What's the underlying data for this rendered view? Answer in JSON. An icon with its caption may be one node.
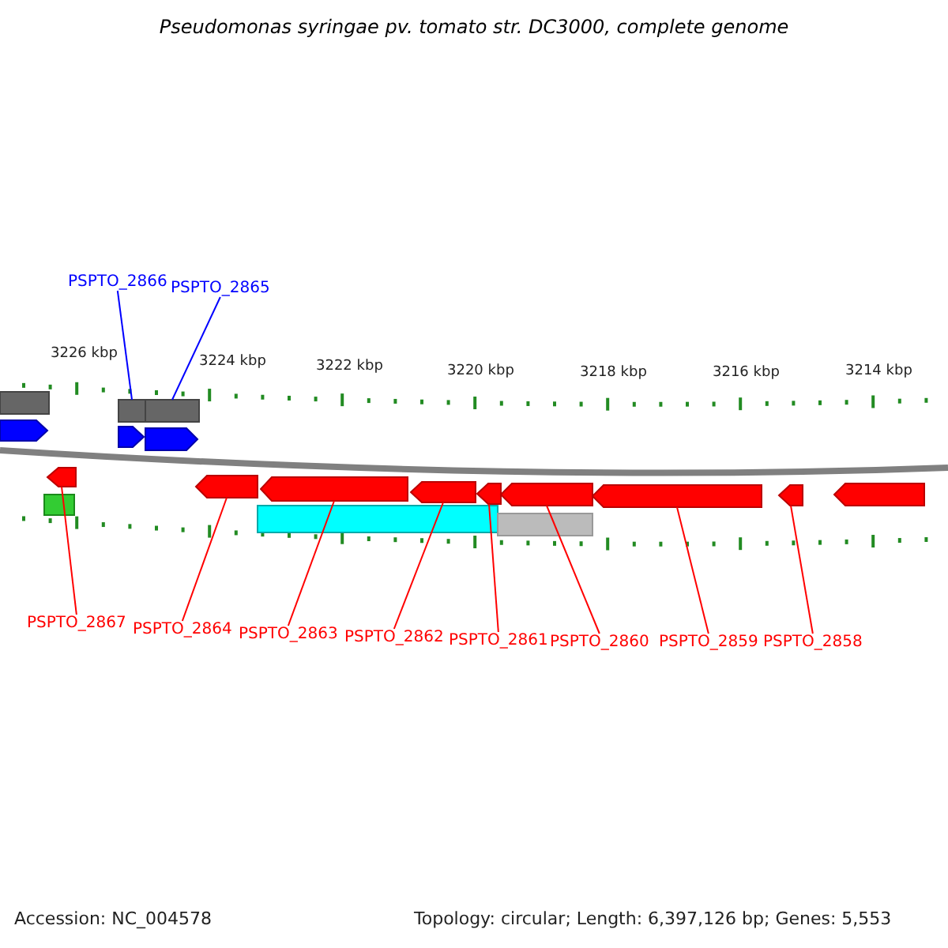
{
  "diagram": {
    "title": "Pseudomonas syringae pv. tomato str. DC3000, complete genome",
    "nodes": [
      {
        "text": [
          "PSPTO_2866"
        ]
      },
      {
        "text": [
          "PSPTO_2865"
        ]
      },
      {
        "text": [
          "PSPTO_2867"
        ]
      },
      {
        "text": [
          "PSPTO_2864"
        ]
      },
      {
        "text": [
          "PSPTO_2863"
        ]
      },
      {
        "text": [
          "PSPTO_2862"
        ]
      },
      {
        "text": [
          "PSPTO_2861"
        ]
      },
      {
        "text": [
          "PSPTO_2860"
        ]
      },
      {
        "text": [
          "PSPTO_2859"
        ]
      },
      {
        "text": [
          "PSPTO_2858"
        ]
      },
      {
        "text": [],
        "shape": "bar"
      },
      {
        "text": [],
        "shape": "bar"
      },
      {
        "text": [],
        "shape": "arrow"
      },
      {
        "text": [],
        "shape": "arrow"
      },
      {
        "text": [],
        "shape": "arrow"
      },
      {
        "text": [],
        "shape": "arrow"
      },
      {
        "text": [],
        "shape": "arrow"
      },
      {
        "text": [],
        "shape": "arrow"
      },
      {
        "text": [],
        "shape": "arrow"
      },
      {
        "text": [],
        "shape": "arrow"
      },
      {
        "text": [],
        "shape": "bar"
      },
      {
        "text": [],
        "shape": "arrow"
      },
      {
        "text": [],
        "shape": "arrow"
      },
      {
        "text": [],
        "shape": "arrow"
      },
      {
        "text": [],
        "shape": "bar"
      },
      {
        "text": [],
        "shape": "bar"
      },
      {
        "text": [],
        "shape": "bar"
      },
      {
        "text": [],
        "shape": "arrow"
      }
    ],
    "edges": [
      {
        "from": 0,
        "to": 10,
        "arrow": "none",
        "color": "#0000ff"
      },
      {
        "from": 1,
        "to": 11,
        "arrow": "none",
        "color": "#0000ff"
      },
      {
        "from": 2,
        "to": 12,
        "arrow": "none"
      },
      {
        "from": 3,
        "to": 13,
        "arrow": "none"
      },
      {
        "from": 4,
        "to": 14,
        "arrow": "none"
      },
      {
        "from": 5,
        "to": 15,
        "arrow": "none"
      },
      {
        "from": 6,
        "to": 16,
        "arrow": "none"
      },
      {
        "from": 7,
        "to": 17,
        "arrow": "none"
      },
      {
        "from": 8,
        "to": 18,
        "arrow": "none"
      },
      {
        "from": 9,
        "to": 19,
        "arrow": "none"
      }
    ],
    "labels": [
      "3226 kbp",
      "3224 kbp",
      "3222 kbp",
      "3220 kbp",
      "3218 kbp",
      "3216 kbp",
      "3214 kbp",
      "Accession: NC_004578",
      "Topology: circular; Length: 6,397,126 bp; Genes: 5,553"
    ]
  }
}
